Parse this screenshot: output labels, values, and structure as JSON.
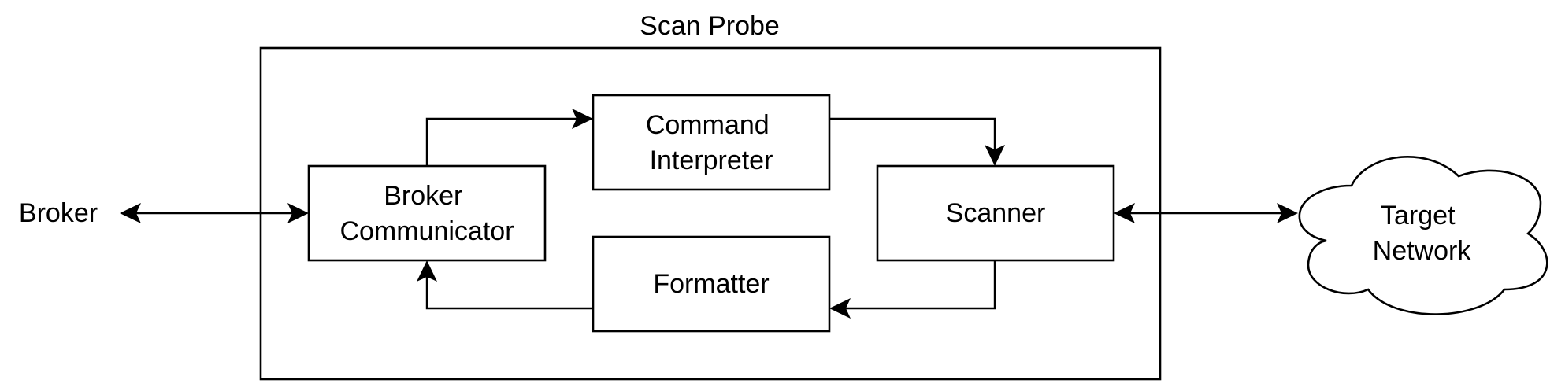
{
  "title": "Scan Probe",
  "external": {
    "broker": "Broker",
    "target_network": [
      "Target",
      "Network"
    ]
  },
  "components": {
    "broker_communicator": [
      "Broker",
      "Communicator"
    ],
    "command_interpreter": [
      "Command",
      "Interpreter"
    ],
    "scanner": [
      "Scanner"
    ],
    "formatter": [
      "Formatter"
    ]
  },
  "connections": [
    {
      "from": "Broker",
      "to": "Broker Communicator",
      "direction": "bidirectional"
    },
    {
      "from": "Broker Communicator",
      "to": "Command Interpreter",
      "direction": "forward"
    },
    {
      "from": "Command Interpreter",
      "to": "Scanner",
      "direction": "forward"
    },
    {
      "from": "Scanner",
      "to": "Target Network",
      "direction": "bidirectional"
    },
    {
      "from": "Scanner",
      "to": "Formatter",
      "direction": "forward"
    },
    {
      "from": "Formatter",
      "to": "Broker Communicator",
      "direction": "forward"
    }
  ]
}
